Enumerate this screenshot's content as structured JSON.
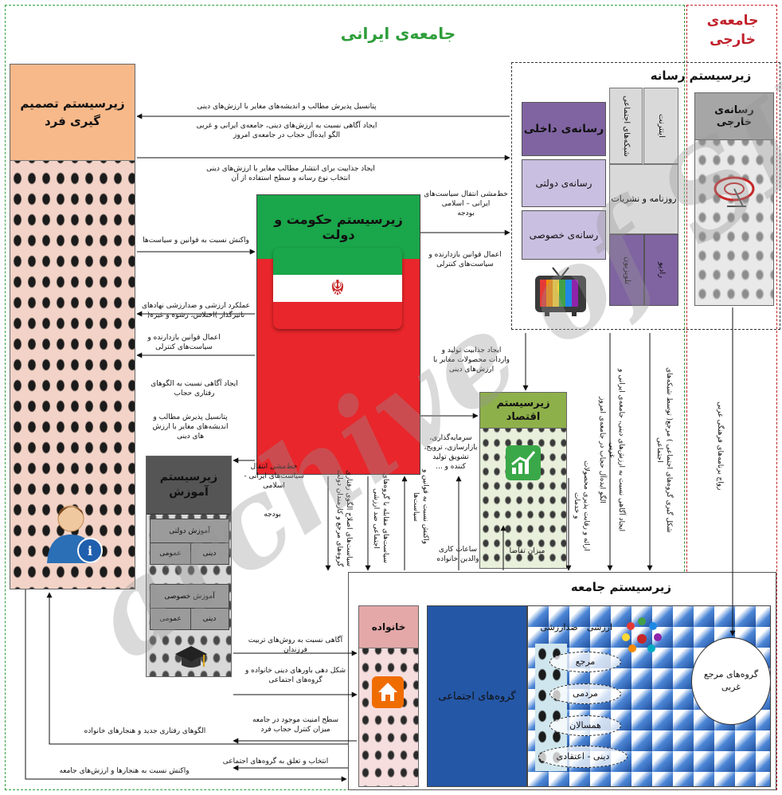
{
  "regions": {
    "iranian_society": "جامعه‌ی ایرانی",
    "foreign_society": "جامعه‌ی\nخارجی"
  },
  "subsystems": {
    "individual": "زیرسیستم تصمیم\nگیری فرد",
    "media": "زیرسیستم رسانه",
    "government": "زیرسیستم حکومت و دولت",
    "economy": "زیرسیستم\nاقتصاد",
    "education": "زیرسیستم\nآموزش",
    "society": "زیرسیستم جامعه"
  },
  "media_items": {
    "domestic": "رسانه‌ی داخلی",
    "state": "رسانه‌ی دولتی",
    "private": "رسانه‌ی خصوصی",
    "social_networks": "شبکه‌های اجتماعی",
    "internet": "اینترنت",
    "press": "روزنامه و نشریات",
    "tv": "تلویزیون",
    "radio": "رادیو",
    "foreign": "رسانه‌ی خارجی"
  },
  "education_items": {
    "state": "آموزش دولتی",
    "private": "آموزش خصوصی",
    "religious": "دینی",
    "general": "عمومی"
  },
  "society_items": {
    "family": "خانواده",
    "social_groups": "گروه‌های اجتماعی",
    "values": "ارزشی",
    "anti_values": "ضدارزشی",
    "ref": "مرجع",
    "popular": "مردمی",
    "peers": "همسالان",
    "religious": "دینی - اعتقادی",
    "western_ref": "گروه‌های مرجع\nغربی"
  },
  "labels": {
    "l1": "پتانسیل پذیرش مطالب و اندیشه‌های مغایر با ارزش‌های دینی",
    "l2": "ایجاد آگاهی نسبت به ارزش‌های دینی، جامعه‌ی ایرانی و غربی\nالگو ایده‌آل حجاب در جامعه‌ی امروز",
    "l3": "ایجاد جذابیت برای انتشار مطالب مغایر با ارزش‌های دینی\nانتخاب نوع رسانه و سطح استفاده از آن",
    "l4": "واکنش نسبت به قوانین و سیاست‌ها",
    "l5": "عملکرد ارزشی و ضدارزشی نهادهای\nتاثیرگذار )اختلاس، رشوه و غیره(",
    "l6": "اعمال قوانین بازدارنده و\nسیاست‌های کنترلی",
    "l7": "ایجاد آگاهی نسبت به الگوهای\nرفتاری حجاب",
    "l8": "پتانسیل پذیرش مطالب و\nاندیشه‌های مغایر با ارزش\nهای دینی",
    "l9": "خط‌مشی انتقال سیاست‌های\nایرانی – اسلامی\nبودجه",
    "l10": "اعمال قوانین بازدارنده و\nسیاست‌های کنترلی",
    "l11": "ایجاد جذابیت تولید و\nواردات محصولات مغایر با\nارزش‌های دینی",
    "l12": "سرمایه‌گذاری،\nبازارسازی، ترویج،\nتشویق تولید\nکننده و ...",
    "l13": "خط‌مشی انتقال\nسیاست‌های ایرانی -\nاسلامی",
    "l14": "بودجه",
    "l15": "سیاست‌های اصلاح الگوی رفتاری\nگروه‌های مرجع و کارمندان دولت",
    "l16": "سیاست‌های مقابله با گروه‌های\nاجتماعی ضد ارزشی",
    "l17": "واکنش نسبت به قوانین و\nسیاست‌ها",
    "l18": "ساعات کاری\nوالدین خانواده",
    "l19": "میزان تقاضا",
    "l20": "ارائه و رقابت پذیری محصولات\nو خدمات",
    "l21": "ایجاد آگاهی نسبت به ارزش‌های دینی، جامعه‌ی ایرانی و\nغربی\nالگو ایده‌آل حجاب در جامعه‌ی امروز",
    "l22": "شکل گیری گروه‌های اجتماعی ) مرجع( توسط شبکه‌های\nاجتماعی",
    "l23": "رواج برنامه‌های فرهنگی غربی",
    "l24": "آگاهی نسبت به روش‌های تربیت\nفرزندان",
    "l25": "شکل دهی باورهای دینی خانواده و\nگروه‌های اجتماعی",
    "l26": "سطح امنیت موجود در جامعه\nمیزان کنترل حجاب فرد",
    "l27": "الگوهای رفتاری جدید و هنجارهای خانواده",
    "l28": "انتخاب و تعلق به گروه‌های اجتماعی",
    "l29": "واکنش نسبت به هنجارها و ارزش‌های جامعه"
  },
  "watermark": "archive of SID",
  "colors": {
    "green_region": "#2e9e3a",
    "red_region": "#c0202a",
    "gov_red": "#e8262b",
    "gov_green": "#1aa64a",
    "economy": "#8eb04a",
    "education": "#555555",
    "individual_header": "#f8b98a",
    "domestic_media": "#8064a2",
    "media_light": "#c9bfe0",
    "family_header": "#e4a8a8",
    "society_blue": "#2457a6"
  }
}
